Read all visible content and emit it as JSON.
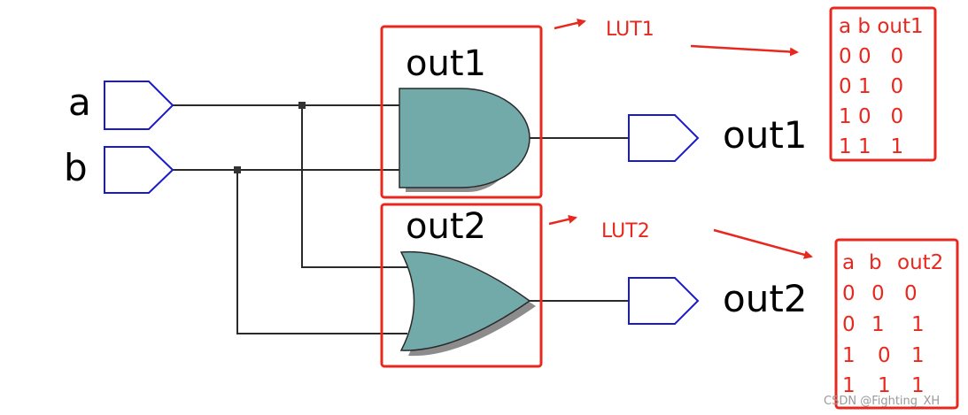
{
  "inputs": {
    "a": "a",
    "b": "b"
  },
  "outputs": {
    "out1": "out1",
    "out2": "out2"
  },
  "gates": {
    "and_label": "out1",
    "or_label": "out2"
  },
  "annotations": {
    "lut1": "LUT1",
    "lut2": "LUT2"
  },
  "table1": {
    "header": "a b out1",
    "rows": [
      "0 0   0",
      "0 1   0",
      "1 0   0",
      "1 1   1"
    ]
  },
  "table2": {
    "header": [
      "a",
      "b",
      "out2"
    ],
    "rows": [
      [
        "0",
        "0",
        "0"
      ],
      [
        "0",
        "1",
        "1"
      ],
      [
        "1",
        "0",
        "1"
      ],
      [
        "1",
        "1",
        "1"
      ]
    ]
  },
  "watermark": "CSDN @Fighting_XH",
  "colors": {
    "gate_fill": "#72aaaa",
    "gate_shadow": "#8c8c8c",
    "port_stroke": "#1a1acc",
    "wire": "#2a2a2a",
    "highlight": "#e8281e"
  }
}
